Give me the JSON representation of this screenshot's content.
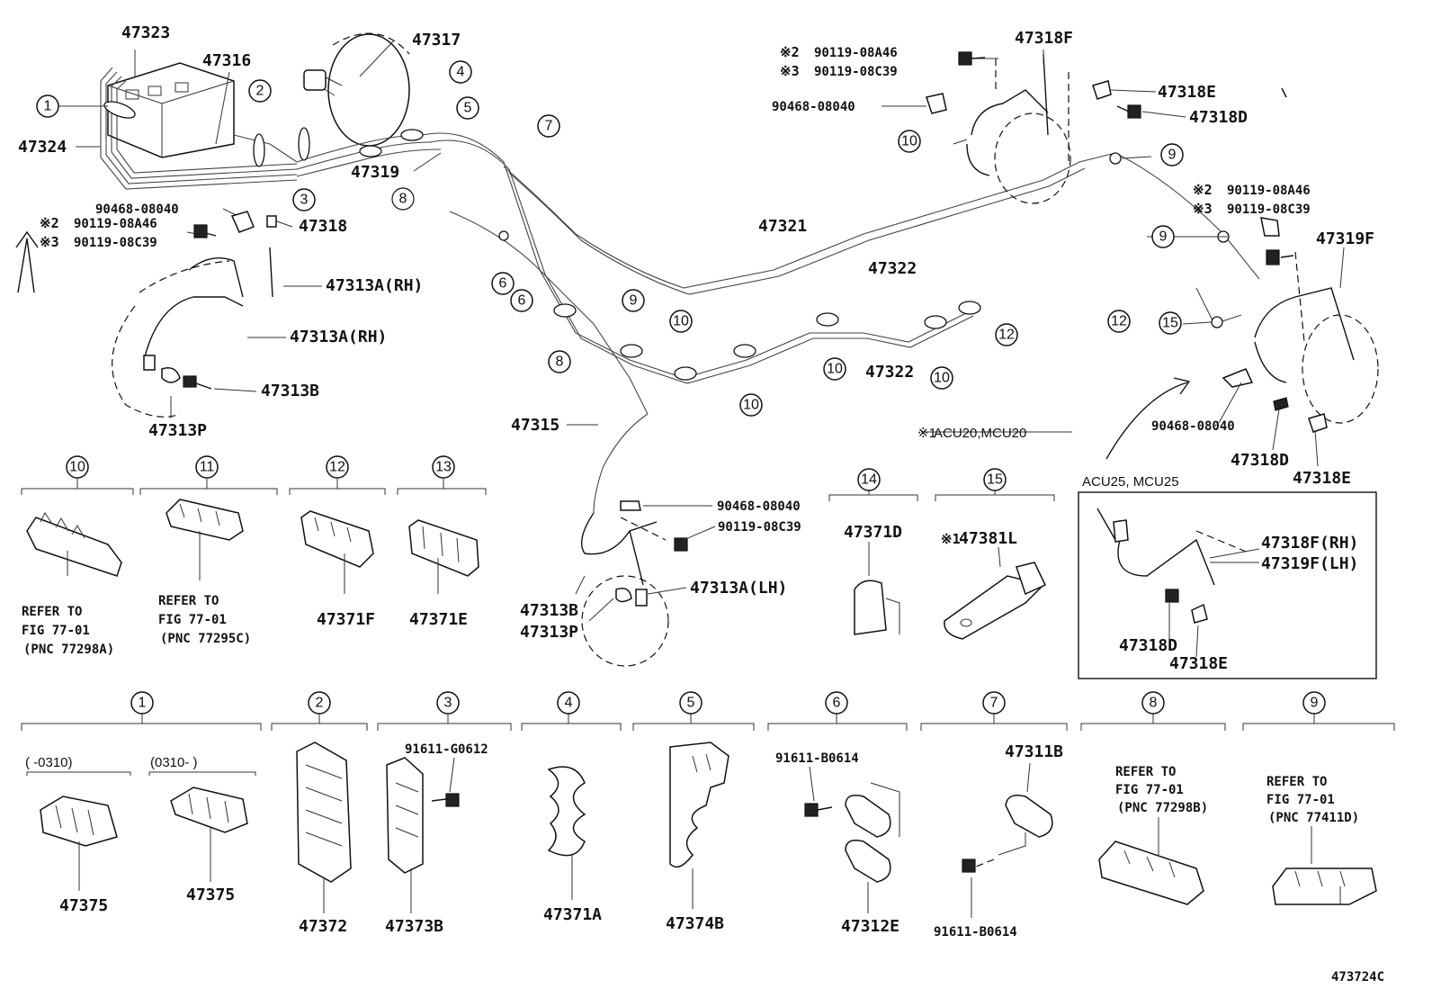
{
  "figure_code": "473724C",
  "main_labels": [
    "47323",
    "47316",
    "47317",
    "47324",
    "47319",
    "47318",
    "47313A(RH)",
    "47313A(RH)",
    "47313B",
    "47313P",
    "47318F",
    "47318E",
    "47318D",
    "47321",
    "47322",
    "47322",
    "47315",
    "47319F",
    "47318D",
    "47318E",
    "47313A(LH)",
    "47313B",
    "47313P"
  ],
  "screw_codes": {
    "bracket_a": "90468-08040",
    "bracket_b": "90468-08040",
    "bracket_c": "90468-08040",
    "bracket_d": "90468-08040",
    "bolt_left_2": "90119-08A46",
    "bolt_left_3": "90119-08C39",
    "bolt_top_2": "90119-08A46",
    "bolt_top_3": "90119-08C39",
    "bolt_right_2": "90119-08A46",
    "bolt_right_3": "90119-08C39",
    "bolt_lh": "90119-08C39"
  },
  "marks": {
    "note2": "※2",
    "note3": "※3",
    "note1": "※1"
  },
  "callouts_main": [
    "1",
    "2",
    "3",
    "4",
    "5",
    "7",
    "8",
    "10",
    "9",
    "9",
    "6",
    "6",
    "8",
    "9",
    "10",
    "10",
    "10",
    "10",
    "10",
    "12",
    "12",
    "15"
  ],
  "variant_note": "ACU20,MCU20",
  "inset": {
    "title": "ACU25, MCU25",
    "labels": [
      "47318F(RH)",
      "47319F(LH)",
      "47318D",
      "47318E"
    ]
  },
  "row1": [
    {
      "num": "10",
      "lines": [
        "REFER TO",
        "FIG 77-01",
        "(PNC 77298A)"
      ]
    },
    {
      "num": "11",
      "lines": [
        "REFER TO",
        "FIG 77-01",
        "(PNC 77295C)"
      ]
    },
    {
      "num": "12",
      "part": "47371F"
    },
    {
      "num": "13",
      "part": "47371E"
    },
    {
      "num": "14",
      "part": "47371D"
    },
    {
      "num": "15",
      "part": "47381L",
      "mark": "※1"
    }
  ],
  "row2": [
    {
      "num": "1",
      "range_a": "(     -0310)",
      "range_b": "(0310-      )",
      "parts": [
        "47375",
        "47375"
      ]
    },
    {
      "num": "2",
      "part": "47372"
    },
    {
      "num": "3",
      "part": "47373B",
      "screw": "91611-G0612"
    },
    {
      "num": "4",
      "part": "47371A"
    },
    {
      "num": "5",
      "part": "47374B"
    },
    {
      "num": "6",
      "part": "47312E",
      "screw": "91611-B0614"
    },
    {
      "num": "7",
      "part": "47311B",
      "screw": "91611-B0614"
    },
    {
      "num": "8",
      "lines": [
        "REFER TO",
        "FIG 77-01",
        "(PNC 77298B)"
      ]
    },
    {
      "num": "9",
      "lines": [
        "REFER TO",
        "FIG 77-01",
        "(PNC 77411D)"
      ]
    }
  ]
}
